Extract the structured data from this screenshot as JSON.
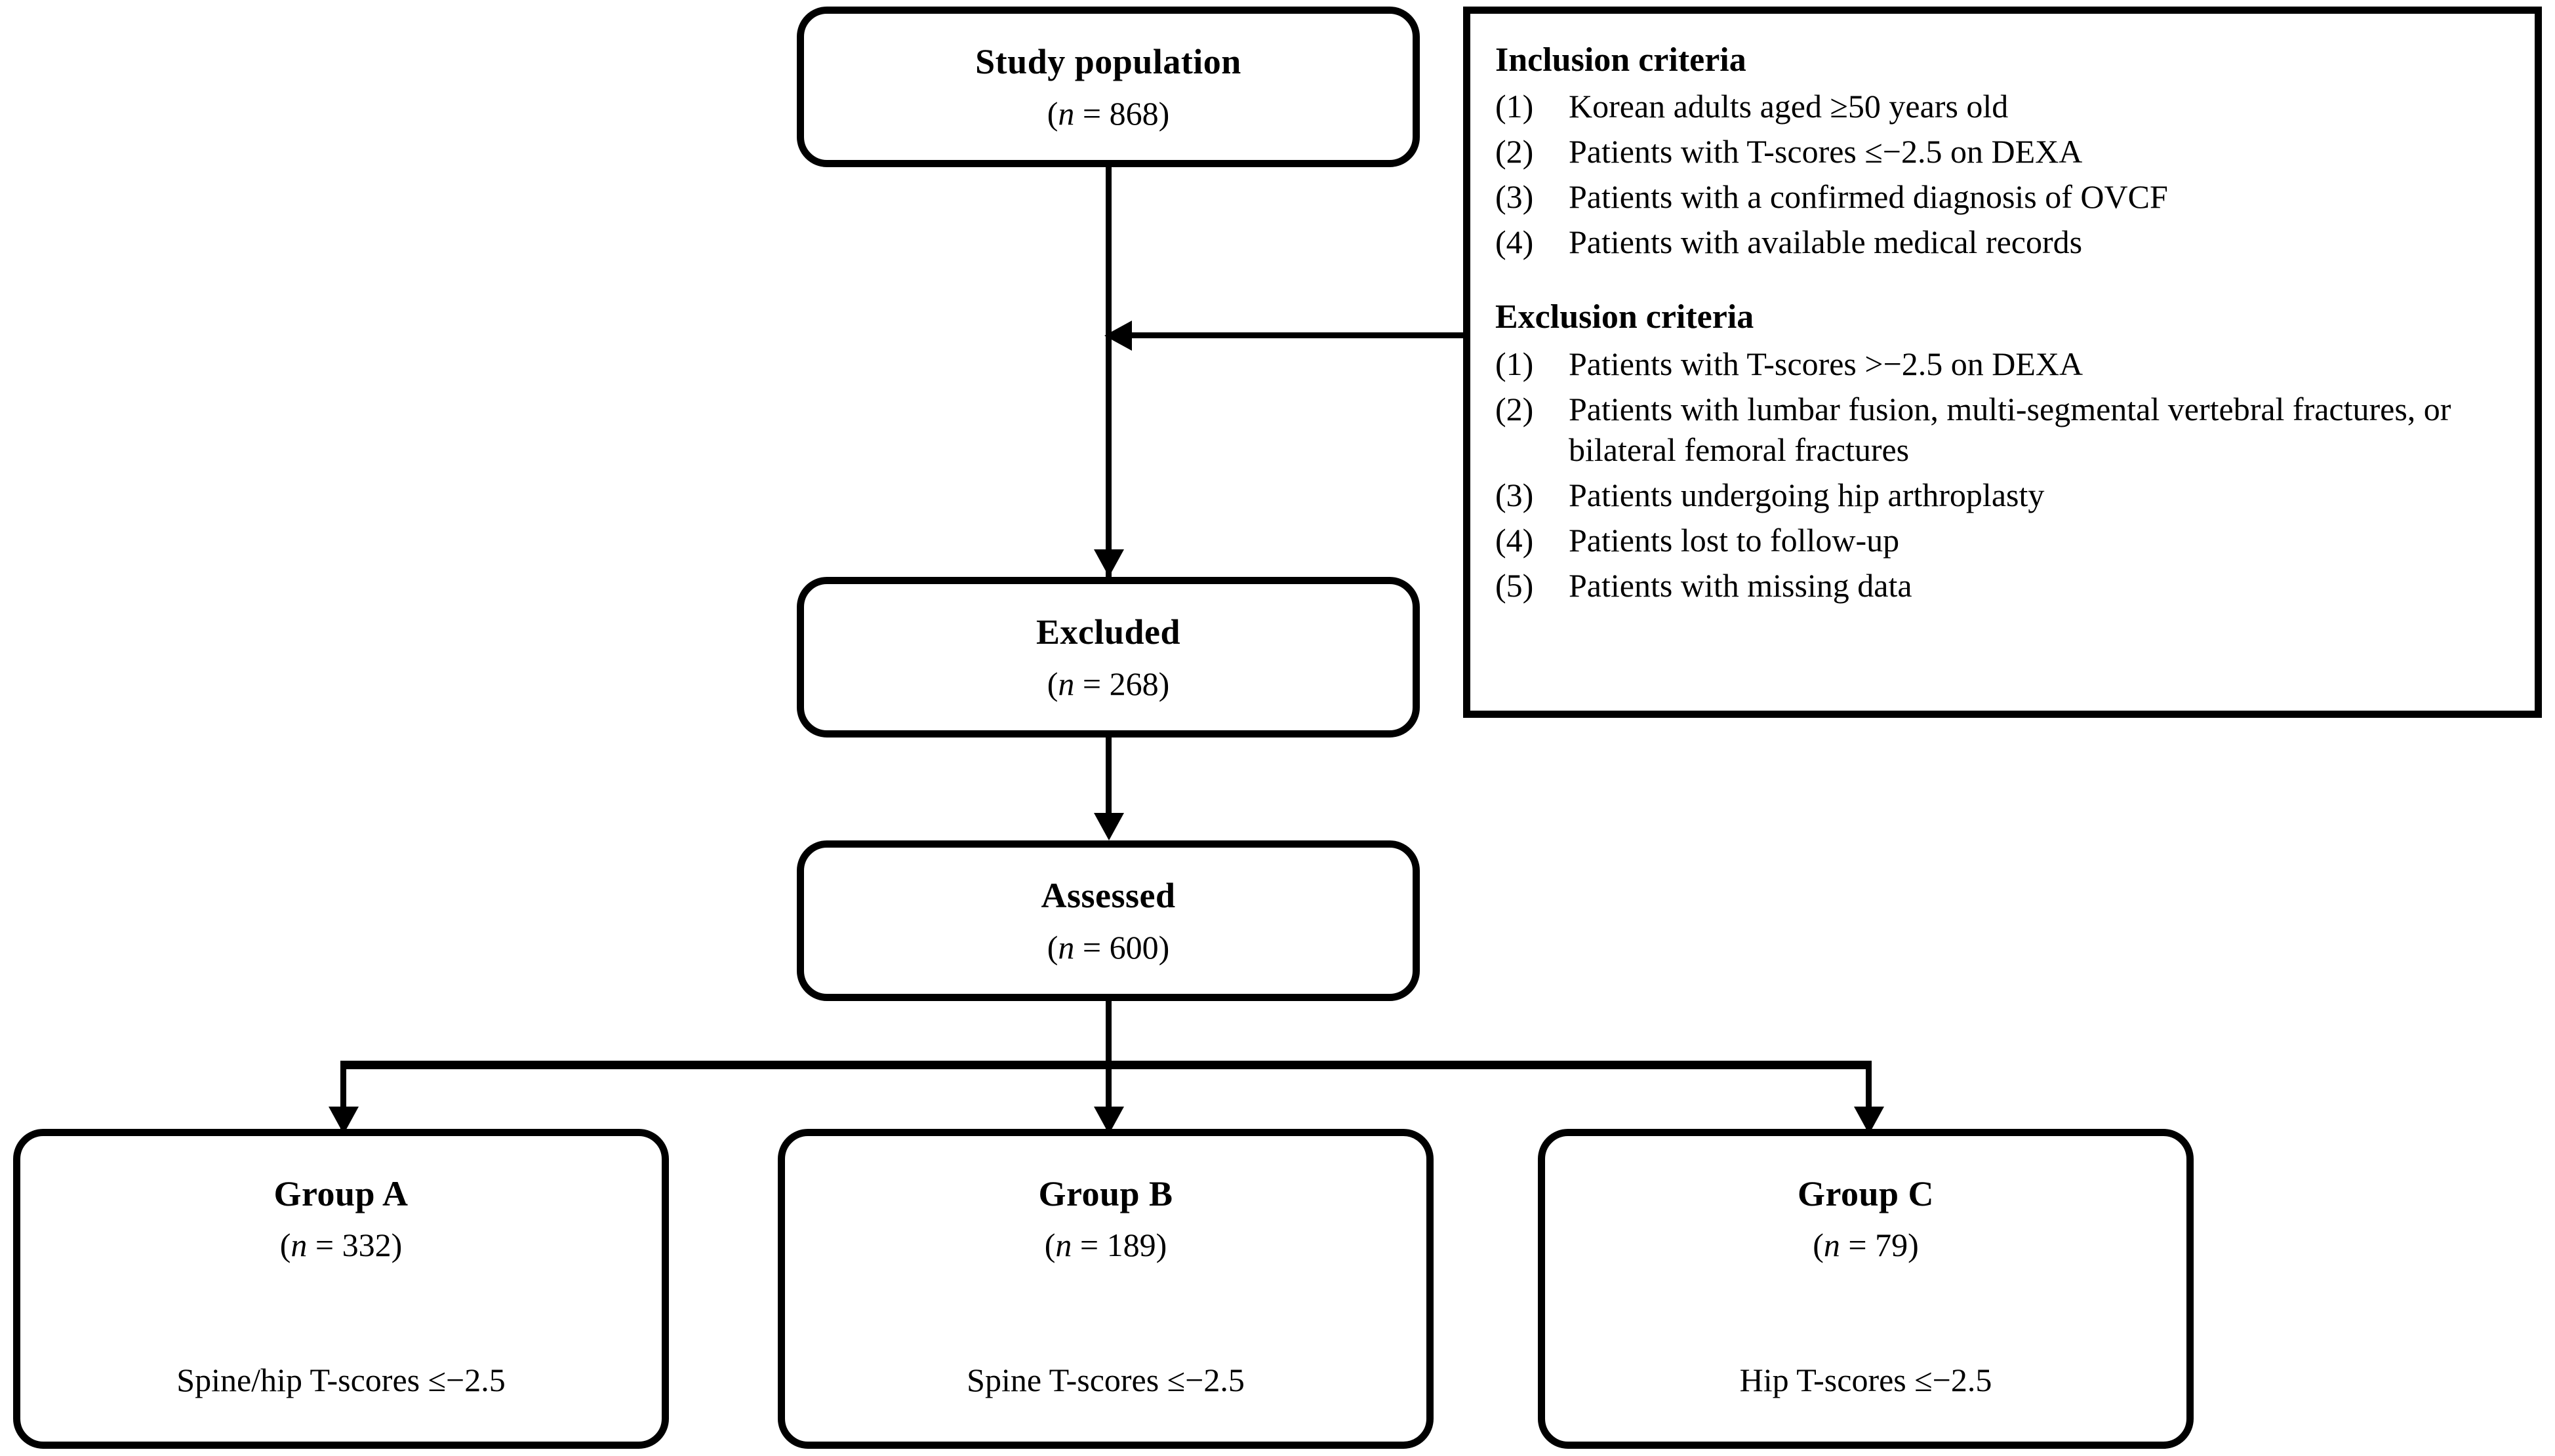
{
  "flowchart": {
    "nodes": [
      {
        "id": "study-population",
        "title": "Study population",
        "count_prefix": "(",
        "count_var": "n",
        "count_eq": " = ",
        "count_value": "868",
        "count_suffix": ")"
      },
      {
        "id": "excluded",
        "title": "Excluded",
        "count_prefix": "(",
        "count_var": "n",
        "count_eq": " = ",
        "count_value": "268",
        "count_suffix": ")"
      },
      {
        "id": "assessed",
        "title": "Assessed",
        "count_prefix": "(",
        "count_var": "n",
        "count_eq": " = ",
        "count_value": "600",
        "count_suffix": ")"
      }
    ],
    "groups": [
      {
        "id": "group-a",
        "title": "Group A",
        "count_prefix": "(",
        "count_var": "n",
        "count_eq": " = ",
        "count_value": "332",
        "count_suffix": ")",
        "criterion": "Spine/hip T-scores ≤−2.5"
      },
      {
        "id": "group-b",
        "title": "Group B",
        "count_prefix": "(",
        "count_var": "n",
        "count_eq": " = ",
        "count_value": "189",
        "count_suffix": ")",
        "criterion": "Spine T-scores ≤−2.5"
      },
      {
        "id": "group-c",
        "title": "Group C",
        "count_prefix": "(",
        "count_var": "n",
        "count_eq": " = ",
        "count_value": "79",
        "count_suffix": ")",
        "criterion": "Hip T-scores ≤−2.5"
      }
    ]
  },
  "criteria_panel": {
    "inclusion": {
      "heading": "Inclusion criteria",
      "items": [
        {
          "num": "(1)",
          "text": "Korean adults aged ≥50 years old"
        },
        {
          "num": "(2)",
          "text": "Patients with T-scores ≤−2.5 on DEXA"
        },
        {
          "num": "(3)",
          "text": "Patients with a confirmed diagnosis of OVCF"
        },
        {
          "num": "(4)",
          "text": "Patients with available medical records"
        }
      ]
    },
    "exclusion": {
      "heading": "Exclusion criteria",
      "items": [
        {
          "num": "(1)",
          "text": "Patients with T-scores >−2.5 on DEXA"
        },
        {
          "num": "(2)",
          "text": "Patients with lumbar fusion, multi-segmental vertebral fractures, or bilateral femoral fractures"
        },
        {
          "num": "(3)",
          "text": "Patients undergoing hip arthroplasty"
        },
        {
          "num": "(4)",
          "text": "Patients lost to follow-up"
        },
        {
          "num": "(5)",
          "text": "Patients with missing data"
        }
      ]
    }
  },
  "colors": {
    "stroke": "#000000",
    "background": "#ffffff"
  }
}
